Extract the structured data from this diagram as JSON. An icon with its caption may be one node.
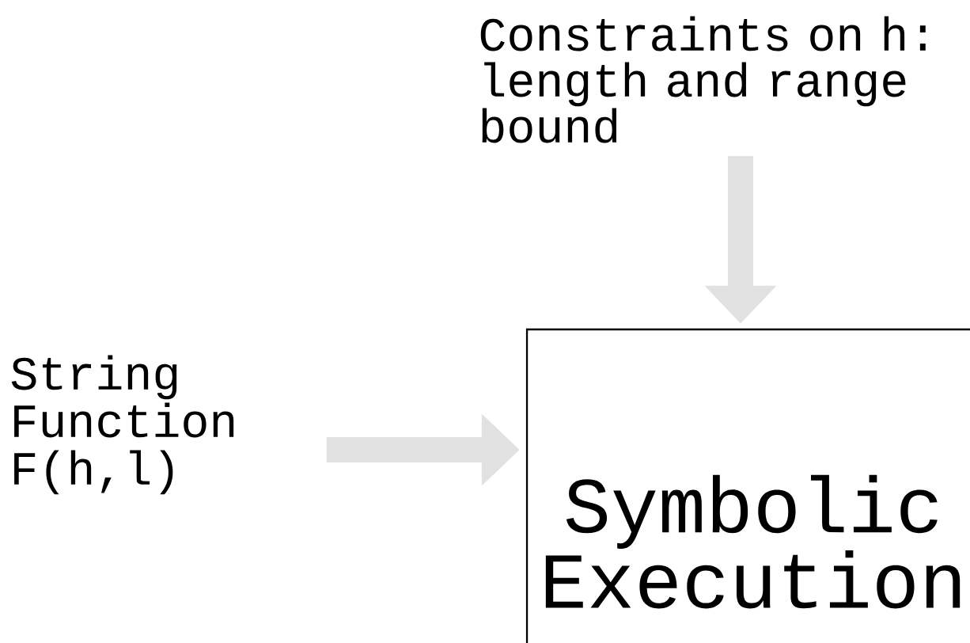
{
  "diagram": {
    "nodes": [
      {
        "text": [
          "Constraints on h: length and range bound"
        ]
      },
      {
        "text": [
          "String Function F(h,l)"
        ]
      },
      {
        "text": [
          "Symbolic Execution"
        ]
      }
    ],
    "edges": [
      {
        "from": 0,
        "to": 2,
        "arrow": "to"
      },
      {
        "from": 1,
        "to": 2,
        "arrow": "to"
      }
    ]
  }
}
